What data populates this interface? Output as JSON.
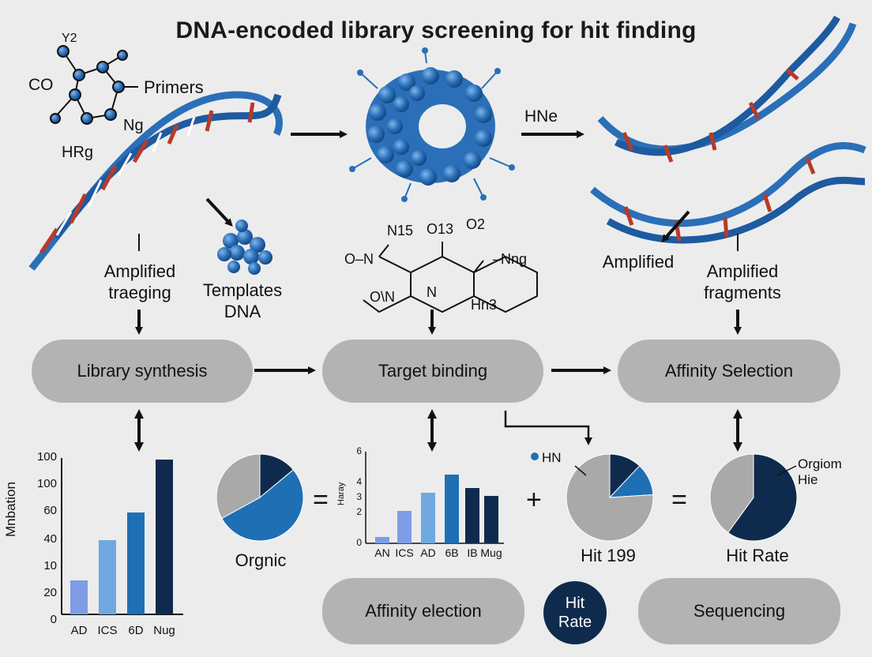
{
  "title": "DNA-encoded library screening for hit finding",
  "chem_labels": {
    "y2": "Y2",
    "co": "CO",
    "primers": "Primers",
    "ng": "Ng",
    "hrg": "HRg",
    "hne": "HNe",
    "n15": "N15",
    "o13": "O13",
    "o2": "O2",
    "o_n": "O–N",
    "n_ng": "–Nng",
    "o_n2": "O\\N",
    "n": "N",
    "hn3": "Hn3"
  },
  "annotations": {
    "amplified_traeging": "Amplified traeging",
    "templates_dna": "Templates DNA",
    "amplified": "Amplified",
    "amplified_fragments": "Amplified fragments"
  },
  "flow": {
    "library_synthesis": "Library synthesis",
    "target_binding": "Target binding",
    "affinity_selection": "Affinity Selection",
    "affinity_election": "Affinity election",
    "hit_rate_badge_line1": "Hit",
    "hit_rate_badge_line2": "Rate",
    "sequencing": "Sequencing"
  },
  "operators": {
    "equals_1": "=",
    "plus": "+",
    "equals_2": "="
  },
  "pie_labels": {
    "orgnic": "Orgnic",
    "hn": "HN",
    "hit_199": "Hit 199",
    "orgiom_hie_line1": "Orgiom",
    "orgiom_hie_line2": "Hie",
    "hit_rate": "Hit Rate"
  },
  "colors": {
    "background": "#ececec",
    "pill_gray": "#b3b3b3",
    "navy": "#0e2b4d",
    "blue": "#1f6fb5",
    "light_blue": "#6fa9e0",
    "periwinkle": "#7f9ce6",
    "pie_gray": "#a9a9a9",
    "dna_blue": "#2a6fb8",
    "dna_red": "#b83a2a"
  },
  "chart_data": [
    {
      "type": "bar",
      "ylabel": "Mnbation",
      "categories": [
        "AD",
        "ICS",
        "6D",
        "Nug"
      ],
      "values": [
        22,
        48,
        66,
        100
      ],
      "yticks": [
        "100",
        "100",
        "60",
        "40",
        "10",
        "20",
        "0"
      ],
      "colors": [
        "#7f9ce6",
        "#6fa9e0",
        "#1f6fb5",
        "#0e2b4d"
      ]
    },
    {
      "type": "bar",
      "ylabel": "Haray",
      "categories": [
        "AN",
        "ICS",
        "AD",
        "6B",
        "IB",
        "Mug"
      ],
      "values": [
        0.4,
        2.1,
        3.3,
        4.5,
        3.6,
        3.1
      ],
      "ylim": [
        0,
        6
      ],
      "yticks": [
        "6",
        "4",
        "3",
        "2",
        "0"
      ],
      "colors": [
        "#7f9ce6",
        "#7f9ce6",
        "#6fa9e0",
        "#1f6fb5",
        "#0e2b4d",
        "#0e2b4d"
      ]
    },
    {
      "type": "pie",
      "label": "Orgnic",
      "slices": [
        {
          "value": 14,
          "color": "#0e2b4d"
        },
        {
          "value": 53,
          "color": "#1f6fb5"
        },
        {
          "value": 33,
          "color": "#a9a9a9"
        }
      ]
    },
    {
      "type": "pie",
      "label": "Hit 199",
      "slices": [
        {
          "value": 12,
          "color": "#0e2b4d"
        },
        {
          "value": 12,
          "color": "#1f6fb5"
        },
        {
          "value": 76,
          "color": "#a9a9a9"
        }
      ]
    },
    {
      "type": "pie",
      "label": "Hit Rate",
      "slices": [
        {
          "value": 60,
          "color": "#0e2b4d"
        },
        {
          "value": 40,
          "color": "#a9a9a9"
        }
      ]
    }
  ]
}
